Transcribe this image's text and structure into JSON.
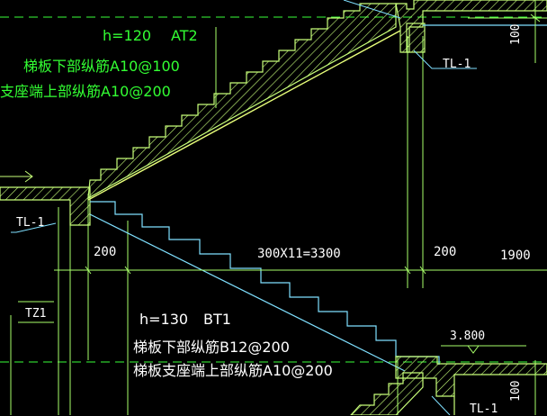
{
  "colors": {
    "background": "#000000",
    "structure": "#c8ff7a",
    "hatch": "#c8ff7a",
    "stair_line": "#7fe0ff",
    "dimension": "#a8ff6a",
    "label_green": "#33ff33",
    "ref_dash": "#3aff3a",
    "leader": "#7fe0ff",
    "text_white": "#ffffff"
  },
  "upper_flight": {
    "h_label": "h=120",
    "name": "AT2",
    "bottom_rebar": "梯板下部纵筋A10@100",
    "support_rebar": "支座端上部纵筋A10@200"
  },
  "lower_flight": {
    "h_label": "h=130",
    "name": "BT1",
    "bottom_rebar": "梯板下部纵筋B12@200",
    "support_rebar": "梯板支座端上部纵筋A10@200"
  },
  "dimensions": {
    "left_seat": "200",
    "run": "300X11=3300",
    "right_seat": "200",
    "landing": "1900",
    "beam_depth_top": "100",
    "beam_depth_bottom": "100"
  },
  "tags": {
    "beam_right_top": "TL-1",
    "beam_left": "TL-1",
    "beam_bottom_right": "TL-1",
    "column": "TZ1"
  },
  "elevation": "3.800"
}
